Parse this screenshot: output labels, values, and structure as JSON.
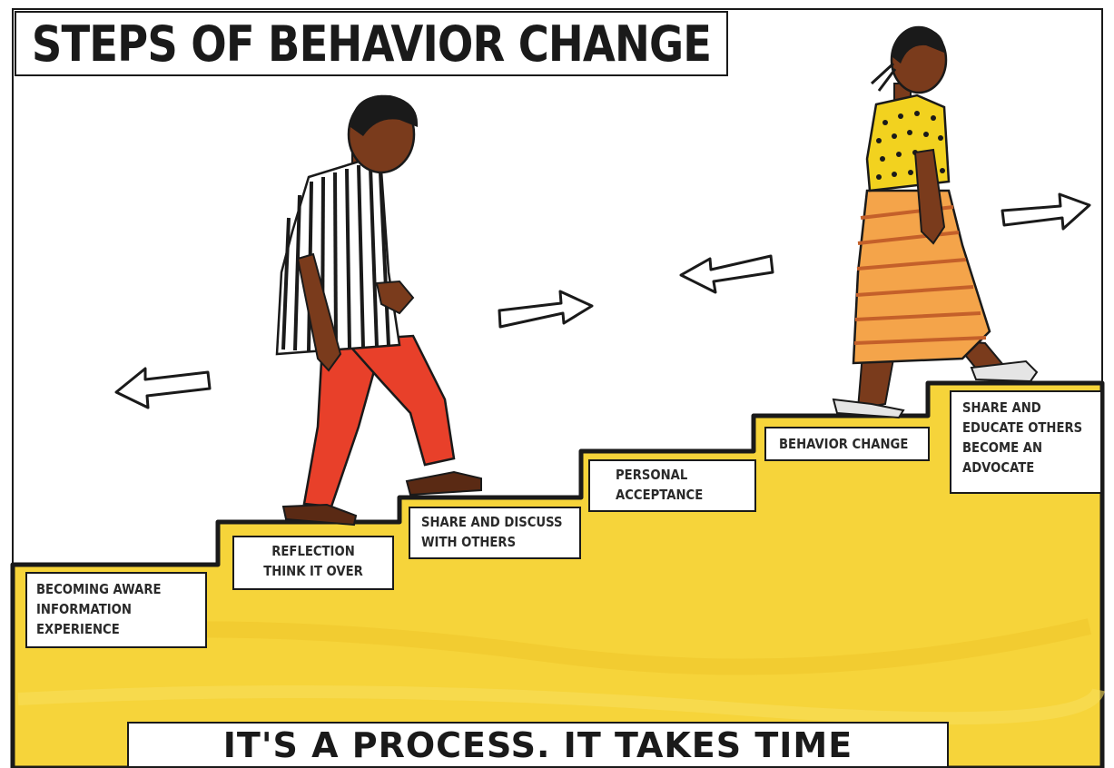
{
  "title": "STEPS OF BEHAVIOR CHANGE",
  "steps": [
    {
      "lines": [
        "BECOMING AWARE",
        "INFORMATION",
        "EXPERIENCE"
      ]
    },
    {
      "lines": [
        "REFLECTION",
        "THINK IT OVER"
      ]
    },
    {
      "lines": [
        "SHARE AND DISCUSS",
        "WITH OTHERS"
      ]
    },
    {
      "lines": [
        "PERSONAL",
        "ACCEPTANCE"
      ]
    },
    {
      "lines": [
        "BEHAVIOR CHANGE"
      ]
    },
    {
      "lines": [
        "SHARE AND",
        "EDUCATE OTHERS",
        "BECOME AN",
        "ADVOCATE"
      ]
    }
  ],
  "footer": "IT'S A PROCESS.  IT TAKES TIME",
  "colors": {
    "stairs": "#f6d43a",
    "outline": "#1a1a1a",
    "man_shirt_stripes": "#1a1a1a",
    "man_trousers": "#e8402a",
    "woman_blouse": "#f2d21f",
    "woman_skirt": "#f4a44a",
    "skin": "#7a3b1c"
  },
  "arrows": [
    "left",
    "right",
    "left",
    "right"
  ]
}
